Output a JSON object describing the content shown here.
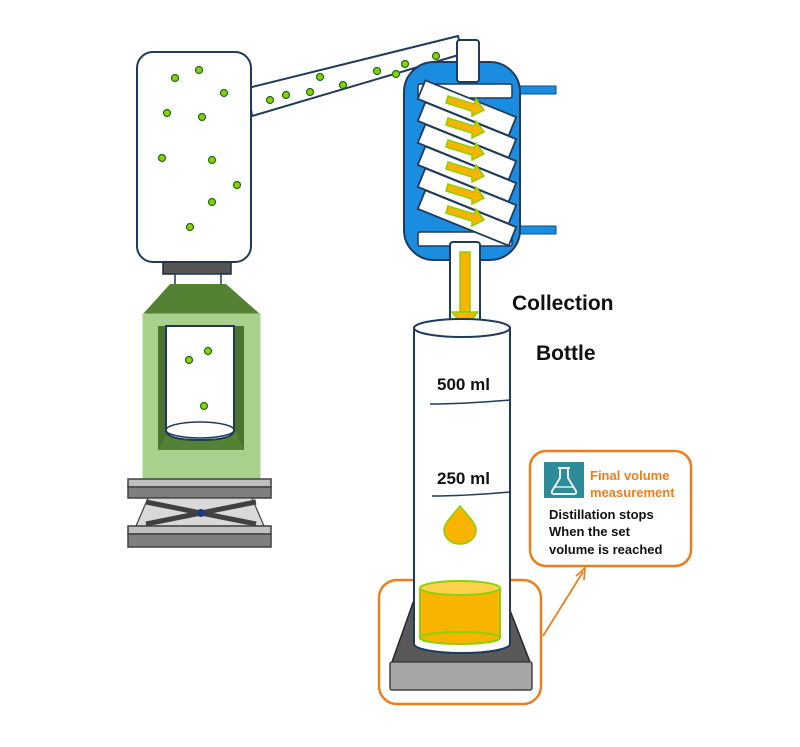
{
  "labels": {
    "collection_line1": "Collection",
    "collection_line2": "Bottle",
    "mark_500": "500 ml",
    "mark_250": "250 ml"
  },
  "callout": {
    "title_line1": "Final volume",
    "title_line2": "measurement",
    "body_line1": "Distillation stops",
    "body_line2": "When the set",
    "body_line3": "volume is reached"
  },
  "icons": {
    "callout_icon": "flask-icon"
  },
  "colors": {
    "accent_orange": "#ee7d1d",
    "water_blue": "#1a8de0",
    "liquid_yellow": "#f8b400",
    "particle_green": "#8bd000",
    "heater_green": "#a9d18e",
    "heater_dark_green": "#548235",
    "icon_teal": "#2e8b9a",
    "stand_gray": "#7f7f7f"
  }
}
